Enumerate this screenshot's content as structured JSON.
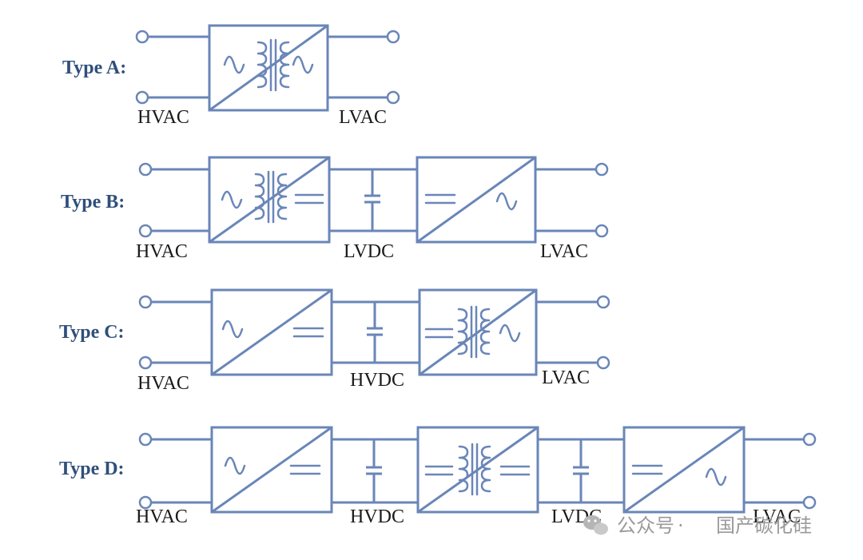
{
  "colors": {
    "stroke": "#6a86b8",
    "row_label": "#2f4f7a",
    "text": "#1a1a1a",
    "watermark": "#9a9a9a"
  },
  "rows": [
    {
      "label": "Type A:",
      "stages": [
        "AC/AC transformer"
      ],
      "nodes": [
        "HVAC",
        "LVAC"
      ]
    },
    {
      "label": "Type B:",
      "stages": [
        "AC/DC isolated",
        "DC/AC"
      ],
      "nodes": [
        "HVAC",
        "LVDC",
        "LVAC"
      ]
    },
    {
      "label": "Type C:",
      "stages": [
        "AC/DC",
        "DC/AC isolated"
      ],
      "nodes": [
        "HVAC",
        "HVDC",
        "LVAC"
      ]
    },
    {
      "label": "Type D:",
      "stages": [
        "AC/DC",
        "DC/DC isolated",
        "DC/AC"
      ],
      "nodes": [
        "HVAC",
        "HVDC",
        "LVDC",
        "LVAC"
      ]
    }
  ],
  "watermark": {
    "dot": "·",
    "text_a": "公众号",
    "text_b": "国产碳化硅"
  }
}
